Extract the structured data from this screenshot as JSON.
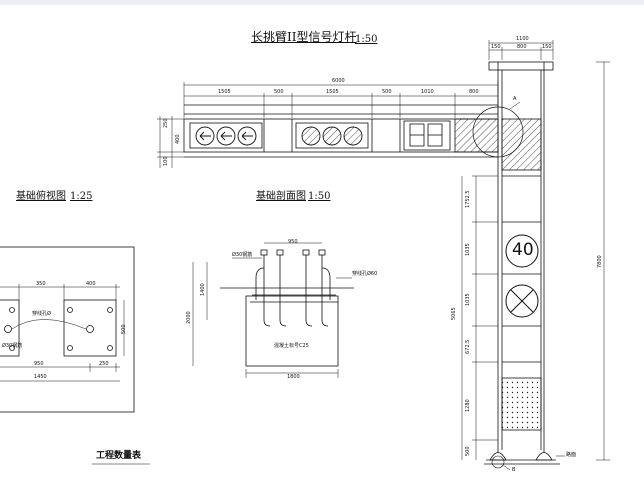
{
  "titles": {
    "main": "长挑臂II型信号灯杆",
    "main_scale": "1:50",
    "plan": "基础俯视图",
    "plan_scale": "1:25",
    "section": "基础剖面图",
    "section_scale": "1:50",
    "table": "工程数量表"
  },
  "arm_dims": {
    "total": "6000",
    "segments": [
      "1505",
      "500",
      "1505",
      "500",
      "1010",
      "800"
    ],
    "v_left": [
      "250",
      "400",
      "100"
    ]
  },
  "pole_top_dims": {
    "total": "1100",
    "segments": [
      "150",
      "800",
      "150"
    ]
  },
  "pole_side_dims": [
    "1752.5",
    "1035",
    "1035",
    "672.5",
    "1280",
    "500"
  ],
  "pole_total_inner": "5065",
  "pole_total_outer": "7800",
  "pole_labels": {
    "detail_a": "A",
    "detail_b": "B",
    "ground": "路面",
    "speed_sign": "40"
  },
  "plan_dims": {
    "left_w": "350",
    "right_w": "400",
    "height": "500",
    "bottom_a": "950",
    "bottom_b": "250",
    "bottom_total": "1450",
    "pipe_label": "穿线孔Ø",
    "rebar_label": "Ø30钢筋"
  },
  "section_dims": {
    "top": "950",
    "rebar_label": "Ø30钢筋",
    "pipe_label": "穿线孔Ø60",
    "depth": "1400",
    "total_depth": "2000",
    "base_width": "1800",
    "concrete_label": "混凝土标号C25"
  }
}
